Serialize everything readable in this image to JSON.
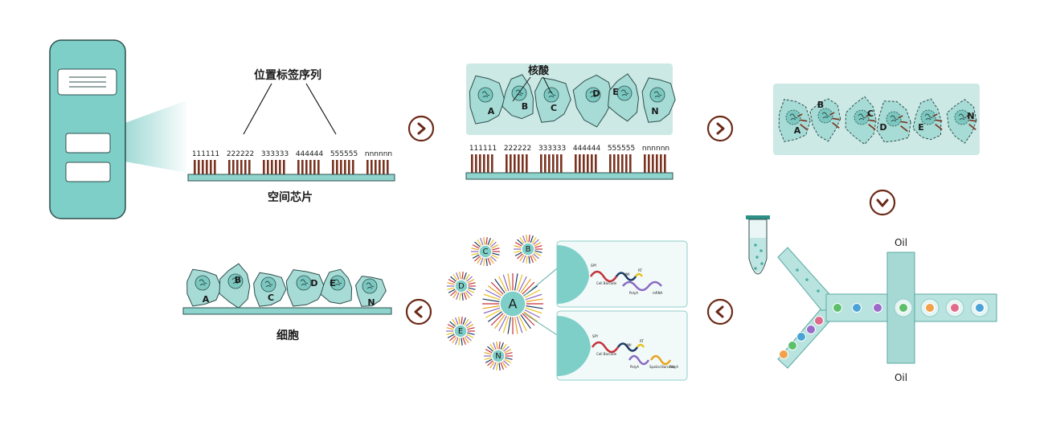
{
  "colors": {
    "teal": "#7fcfc9",
    "teal_light": "#cde9e6",
    "teal_dark": "#2d5f5b",
    "brown": "#7a3320",
    "arrow_ring": "#6b2a18",
    "cell_fill": "#a7dbd6",
    "nucleus": "#7cc8c1"
  },
  "panel1": {
    "title": "位置标签序列",
    "chip_label": "空间芯片",
    "barcodes": [
      "111111",
      "222222",
      "333333",
      "444444",
      "555555",
      "nnnnnn"
    ]
  },
  "panel2": {
    "nucleic_label": "核酸",
    "cell_labels": [
      "A",
      "B",
      "C",
      "D",
      "E",
      "N"
    ],
    "barcodes": [
      "111111",
      "222222",
      "333333",
      "444444",
      "555555",
      "nnnnnn"
    ]
  },
  "panel3": {
    "cell_labels": [
      "A",
      "B",
      "C",
      "D",
      "E",
      "N"
    ]
  },
  "panel4": {
    "oil_top": "Oil",
    "oil_bottom": "Oil"
  },
  "panel5": {
    "center_label": "A",
    "outer_labels": [
      "C",
      "B",
      "D",
      "E",
      "N"
    ],
    "bead1": {
      "spy": "SPY",
      "cell_barcode": "Cell Barcode",
      "umi": "UMI",
      "polya": "PolyA",
      "rt": "RT",
      "mrna": "mRNA"
    },
    "bead2": {
      "spy": "SPY",
      "cell_barcode": "Cell Barcode",
      "umi": "UMI",
      "rt": "RT",
      "polya": "PolyA",
      "spatial_barcode": "Spatial Barcode",
      "polya2": "PolyA"
    }
  },
  "panel6": {
    "cell_labels": [
      "A",
      "B",
      "C",
      "D",
      "E",
      "N"
    ],
    "caption": "细胞"
  },
  "icons": [
    "chevron-right-icon",
    "chevron-right-icon",
    "chevron-down-icon",
    "chevron-left-icon",
    "chevron-left-icon"
  ]
}
